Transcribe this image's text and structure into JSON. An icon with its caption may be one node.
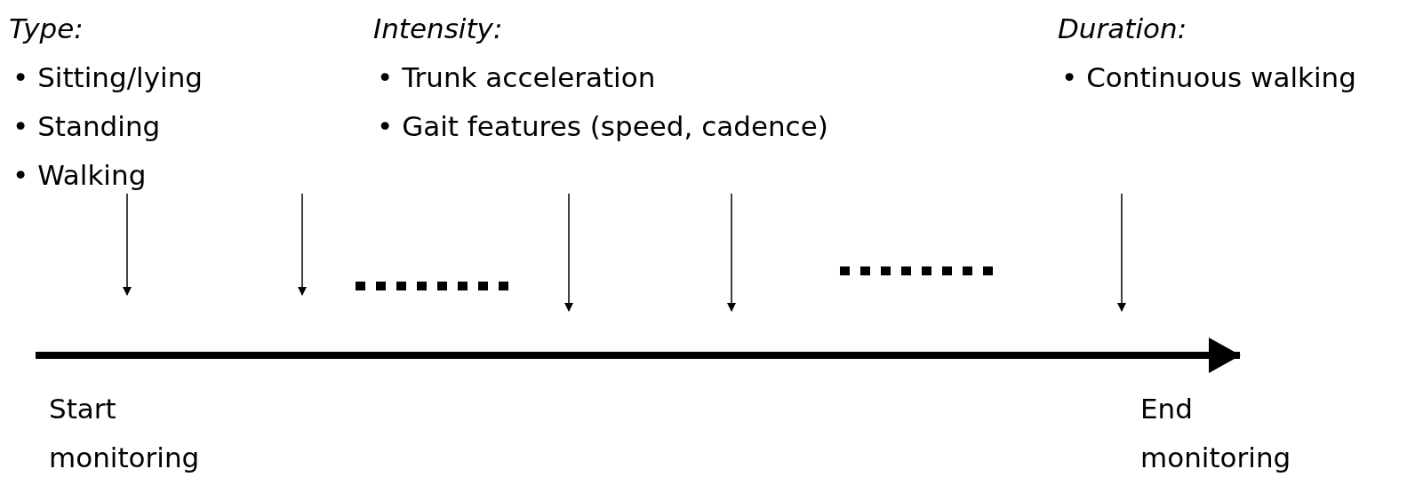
{
  "diagram": {
    "labels": [
      "Type:",
      "• Sitting/lying",
      "• Standing",
      "• Walking",
      "Intensity:",
      "• Trunk acceleration",
      "• Gait features (speed, cadence)",
      "Duration:",
      "• Continuous walking",
      "Start monitoring",
      "End monitoring"
    ]
  }
}
